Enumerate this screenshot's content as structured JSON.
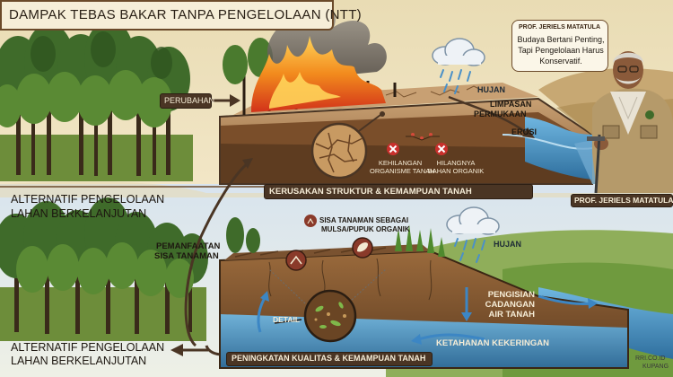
{
  "title": "DAMPAK  TEBAS BAKAR TANPA PENGELOLAAN (NTT)",
  "top": {
    "perubahan": "PERUBAHAN",
    "hujan": "HUJAN",
    "limpasan_line1": "LIMPASAN",
    "limpasan_line2": "PERMUKAAN",
    "erosi": "EROSI",
    "kehilangan_line1": "KEHILANGAN",
    "kehilangan_line2": "ORGANISME TANAH",
    "hilangnya_line1": "HILANGNYA",
    "hilangnya_line2": "BAHAN ORGANIK",
    "kerusakan": "KERUSAKAN STRUKTUR & KEMAMPUAN TANAH"
  },
  "expert": {
    "bubble_name": "PROF. JERIELS MATATULA",
    "quote_line1": "Budaya Bertani Penting,",
    "quote_line2": "Tapi Pengelolaan Harus",
    "quote_line3": "Konservatif.",
    "caption": "PROF. JERIELS MATATULA"
  },
  "bottom": {
    "alt_heading_line1": "ALTERNATIF PENGELOLAAN",
    "alt_heading_line2": "LAHAN BERKELANJUTAN",
    "pemanfaatan_line1": "PEMANFAATAN",
    "pemanfaatan_line2": "SISA TANAMAN",
    "sisa_line1": "SISA TANAMAN SEBAGAI",
    "sisa_line2": "MULSA/PUPUK ORGANIK",
    "hujan": "HUJAN",
    "pengisian_line1": "PENGISIAN",
    "pengisian_line2": "CADANGAN",
    "pengisian_line3": "AIR TANAH",
    "detail": "DETAIL",
    "ketahanan": "KETAHANAN KEKERINGAN",
    "peningkatan": "PENINGKATAN KUALITAS & KEMAMPUAN TANAH",
    "alt_footer_line1": "ALTERNATIF PENGELOLAAN",
    "alt_footer_line2": "LAHAN BERKELANJUTAN"
  },
  "source": {
    "line1": "RRI.CO.ID",
    "line2": "KUPANG"
  },
  "icons": [
    "forest-icon",
    "fire-icon",
    "rain-cloud-icon",
    "cracked-soil-icon",
    "cross-mark-icon",
    "mulch-icon",
    "leaf-icon",
    "magnifier-icon",
    "river-icon",
    "person-icon"
  ],
  "colors": {
    "panel_bg": "#f3ead2",
    "border_brown": "#6b4a2a",
    "dark_pill": "#4a3524",
    "forest_green": "#3f6b2a",
    "fire_orange": "#f08a1f",
    "water_blue": "#5aa6d6",
    "soil_brown": "#8a5a33",
    "warning_red": "#c9302c"
  }
}
